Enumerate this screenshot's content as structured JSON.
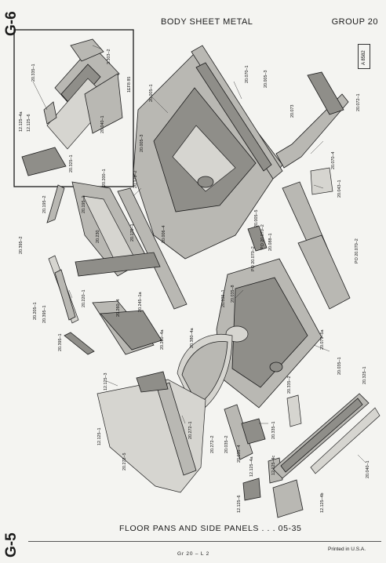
{
  "header": {
    "title": "BODY SHEET METAL",
    "group": "GROUP 20",
    "side_top": "G-6",
    "side_bottom": "G-5",
    "ref_code": "A 8582"
  },
  "caption": "FLOOR PANS AND SIDE PANELS . . . 05-35",
  "footer": {
    "code": "Gr  20  –  L  2",
    "printed": "Printed  in U.S.A."
  },
  "callouts": [
    "20.335–1",
    "3.303–2",
    "12.125–4a",
    "12.125–6",
    "1EF8 85",
    "20.040–1",
    "20.325–1",
    "20.005–1",
    "20.005–3",
    "20.070–1",
    "20.005–3",
    "20.073",
    "20.072–1",
    "20.070–4",
    "20.043–1",
    "20.200–1",
    "20.179–2",
    "20.195–2",
    "20.195–1",
    "20.230",
    "20.175–1",
    "20.006–4",
    "20.005–5",
    "PO 20.070–2",
    "PO 20.070–2",
    "20.088–1",
    "PO 20.070–2",
    "20.395–2",
    "20.220–1",
    "20.260–4",
    "20.245–1a",
    "20.035–1",
    "20.035–8",
    "20.205–1",
    "20.395–1",
    "20.395–1",
    "20.260–4a",
    "20.380–4a",
    "20.079–5a",
    "20.035–1",
    "20.325–1",
    "12.125–3",
    "20.335–2",
    "12.125–1",
    "20.272–1",
    "20.272–2",
    "20.035–2",
    "20.035–4",
    "12.125–4a",
    "20.335–1",
    "12.125–4c",
    "20.272–5",
    "12.125–6",
    "20.040–1",
    "12.125–4b"
  ]
}
